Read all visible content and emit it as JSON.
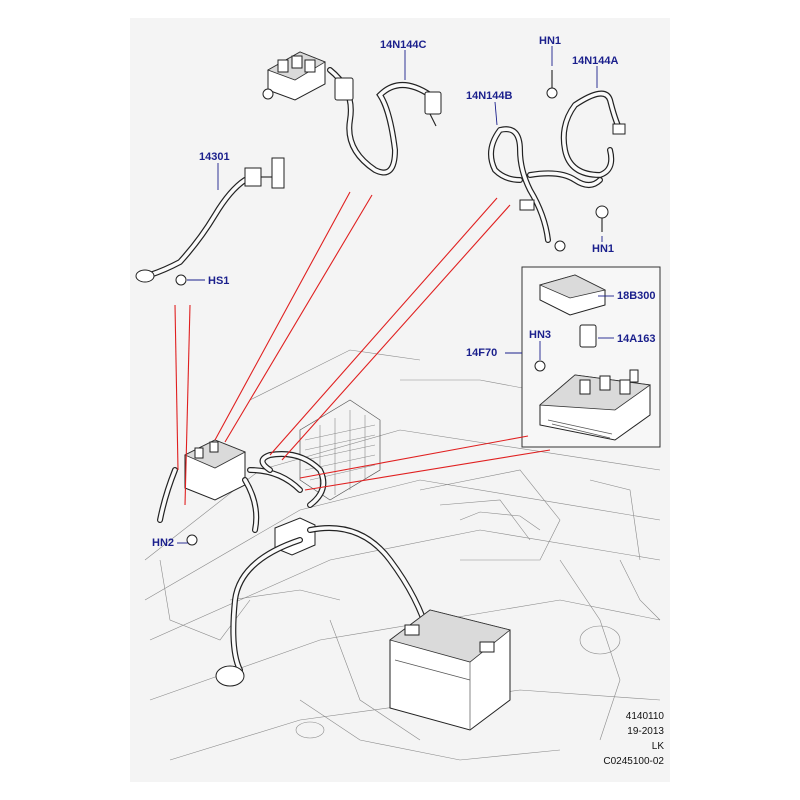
{
  "callouts": {
    "c_14n144c": "14N144C",
    "c_hn1_top": "HN1",
    "c_14n144a": "14N144A",
    "c_14n144b": "14N144B",
    "c_14301": "14301",
    "c_hs1": "HS1",
    "c_hn1_bottom": "HN1",
    "c_18b300": "18B300",
    "c_hn3": "HN3",
    "c_14a163": "14A163",
    "c_14f70": "14F70",
    "c_hn2": "HN2"
  },
  "footer": {
    "line1": "4140110",
    "line2": "19-2013",
    "line3": "LK",
    "line4": "C0245100-02"
  },
  "colors": {
    "callout_text": "#1a1f8c",
    "leader_red": "#e02020",
    "sheet_background": "#f4f4f4"
  }
}
